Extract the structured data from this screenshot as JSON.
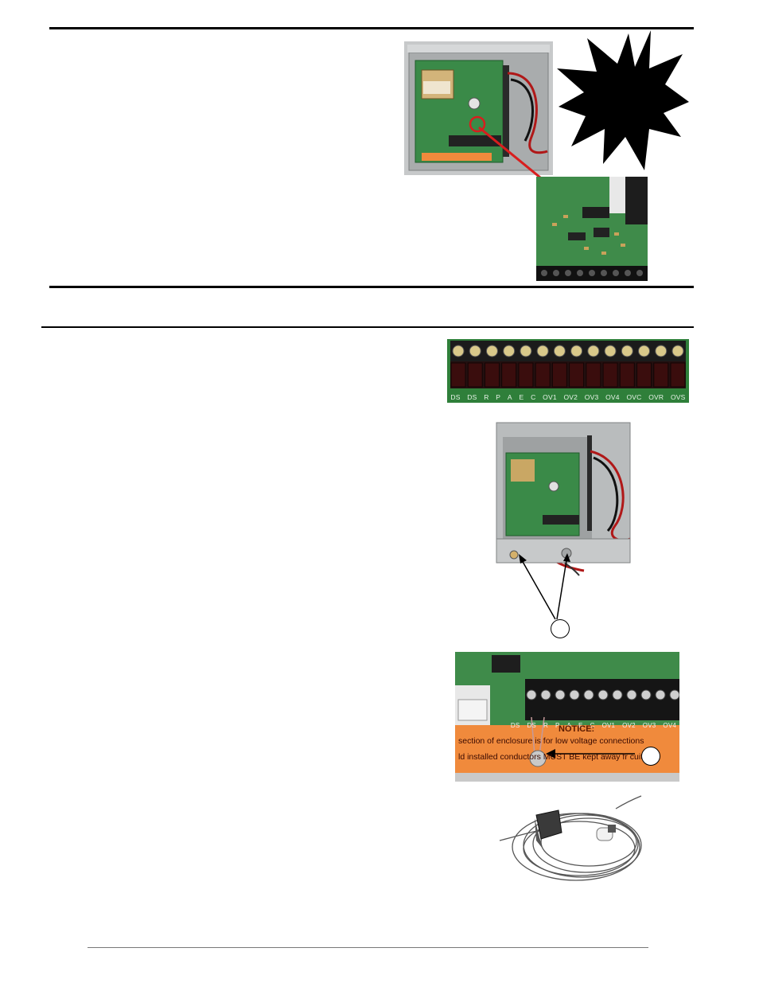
{
  "figures": {
    "terminal_strip": {
      "labels": [
        "DS",
        "DS",
        "R",
        "P",
        "A",
        "E",
        "C",
        "OV1",
        "OV2",
        "OV3",
        "OV4",
        "OVC",
        "OVR",
        "OVS"
      ]
    },
    "board_notice": {
      "labels": [
        "DS",
        "DS",
        "R",
        "P",
        "A",
        "E",
        "C",
        "OV1",
        "OV2",
        "OV3",
        "OV4"
      ],
      "notice_title": "NOTICE:",
      "notice_line1": "section of enclosure is for low voltage connections",
      "notice_line2": "ld installed conductors MUST BE kept away fr   cuit"
    }
  },
  "colors": {
    "rule": "#000000",
    "pcb_green": "#2f7f3a",
    "enclosure_gray": "#b9bcbd",
    "notice_orange": "#f08a3c",
    "callout_arrow": "#d81e1e"
  }
}
